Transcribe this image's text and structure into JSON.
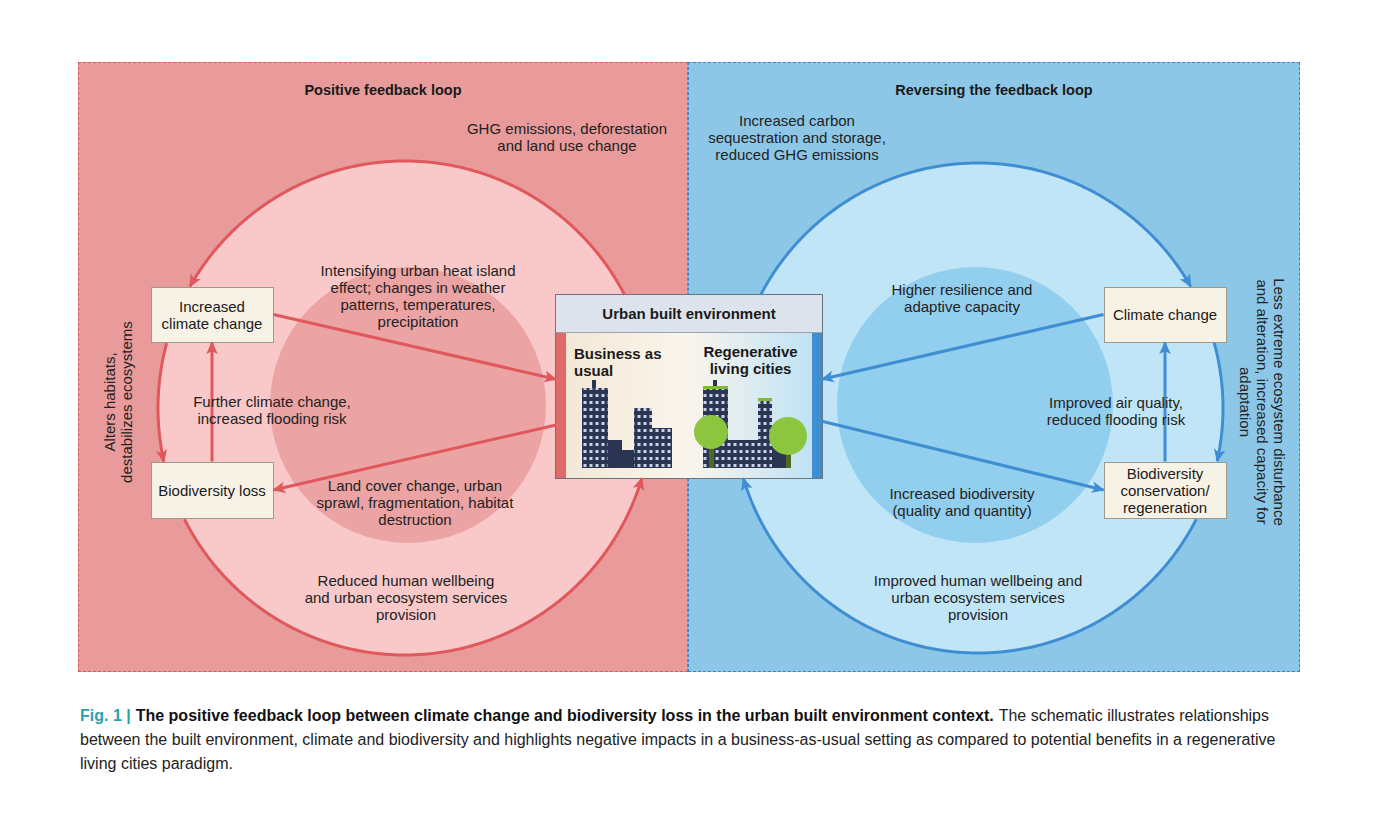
{
  "diagram": {
    "title": "The positive feedback loop between climate change and biodiversity loss in the urban built environment context.",
    "caption": "The schematic illustrates relationships between the built environment, climate and biodiversity and highlights negative impacts in a business-as-usual setting as compared to potential benefits in a regenerative living cities paradigm.",
    "nodes": [
      {
        "text": [
          "Positive feedback loop"
        ]
      },
      {
        "text": [
          "Reversing the feedback loop"
        ]
      },
      {
        "text": [
          "Increased climate change"
        ],
        "in": 0
      },
      {
        "text": [
          "Urban built environment"
        ]
      },
      {
        "text": [
          "Business as usual"
        ],
        "in": 3
      },
      {
        "text": [
          "Regenerative living cities"
        ],
        "in": 3
      },
      {
        "text": [
          "Climate change"
        ],
        "in": 1
      },
      {
        "text": [
          "Biodiversity loss"
        ],
        "in": 0
      },
      {
        "text": [
          "Biodiversity conservation/ regeneration"
        ],
        "in": 1
      }
    ],
    "edges": [
      {
        "from": 2,
        "to": 3,
        "arrow": "to",
        "label": "Intensifying urban heat island effect; changes in weather patterns, temperatures, precipitation"
      },
      {
        "from": 3,
        "to": 7,
        "arrow": "to",
        "label": "Land cover change, urban sprawl, fragmentation, habitat destruction"
      },
      {
        "from": 7,
        "to": 2,
        "arrow": "to",
        "label": "Further climate change, increased flooding risk"
      },
      {
        "from": 3,
        "to": 2,
        "arrow": "to",
        "label": "GHG emissions, deforestation and land use change"
      },
      {
        "from": 2,
        "to": 7,
        "arrow": "to",
        "label": "Alters habitats, destabilizes ecosystems"
      },
      {
        "from": 7,
        "to": 3,
        "arrow": "to",
        "label": "Reduced human wellbeing and urban ecosystem services provision"
      },
      {
        "from": 3,
        "to": 6,
        "arrow": "to",
        "label": "Increased carbon sequestration and storage, reduced GHG emissions"
      },
      {
        "from": 6,
        "to": 8,
        "arrow": "to",
        "label": "Less extreme ecosystem disturbance and alteration, increased capacity for adaptation"
      },
      {
        "from": 8,
        "to": 3,
        "arrow": "to",
        "label": "Improved human wellbeing and urban ecosystem services provision"
      },
      {
        "from": 6,
        "to": 3,
        "arrow": "to",
        "label": "Higher resilience and adaptive capacity"
      },
      {
        "from": 3,
        "to": 8,
        "arrow": "to",
        "label": "Increased biodiversity (quality and quantity)"
      },
      {
        "from": 8,
        "to": 6,
        "arrow": "to",
        "label": "Improved air quality, reduced flooding risk"
      }
    ],
    "labels": [
      "Fig. 1 |"
    ]
  }
}
